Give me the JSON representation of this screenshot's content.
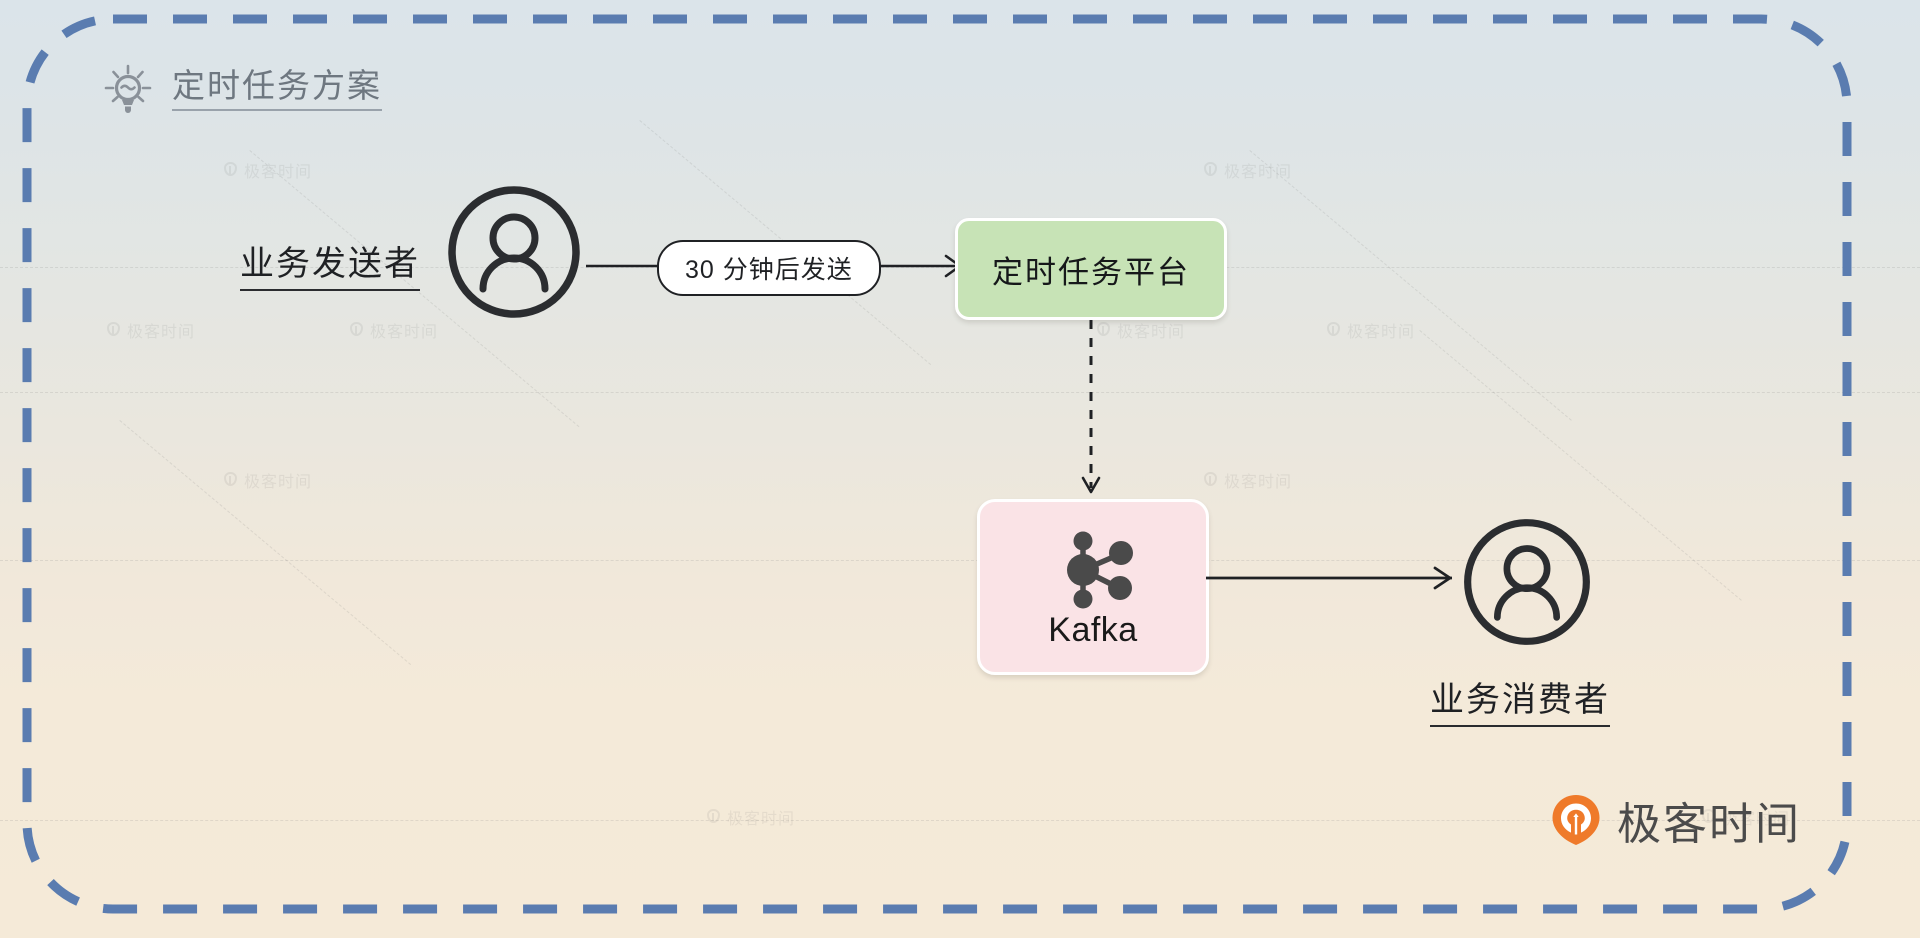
{
  "frame": {
    "border_color": "#5a7cb0",
    "style": "dashed-rounded"
  },
  "title": {
    "icon": "lightbulb-icon",
    "text": "定时任务方案"
  },
  "background": {
    "gradient_top": "#dbe4ea",
    "gradient_bottom": "#f5ead8",
    "watermark_text": "极客时间"
  },
  "nodes": {
    "sender": {
      "icon": "user-circle-icon",
      "label": "业务发送者"
    },
    "delay_pill": {
      "label": "30 分钟后发送"
    },
    "scheduler": {
      "label": "定时任务平台",
      "color": "#c7e3b6"
    },
    "kafka": {
      "label": "Kafka",
      "icon": "kafka-node-graph-icon",
      "color": "#fae3e6"
    },
    "consumer": {
      "icon": "user-circle-icon",
      "label": "业务消费者"
    }
  },
  "connectors": [
    {
      "name": "sender-to-scheduler",
      "style": "solid",
      "arrow": "open",
      "label": "30 分钟后发送"
    },
    {
      "name": "scheduler-to-kafka",
      "style": "dashed",
      "arrow": "open",
      "label": ""
    },
    {
      "name": "kafka-to-consumer",
      "style": "solid",
      "arrow": "open",
      "label": ""
    }
  ],
  "logo": {
    "text": "极客时间",
    "mark_color": "#ef7a2a",
    "text_color": "#4b4b4b"
  }
}
